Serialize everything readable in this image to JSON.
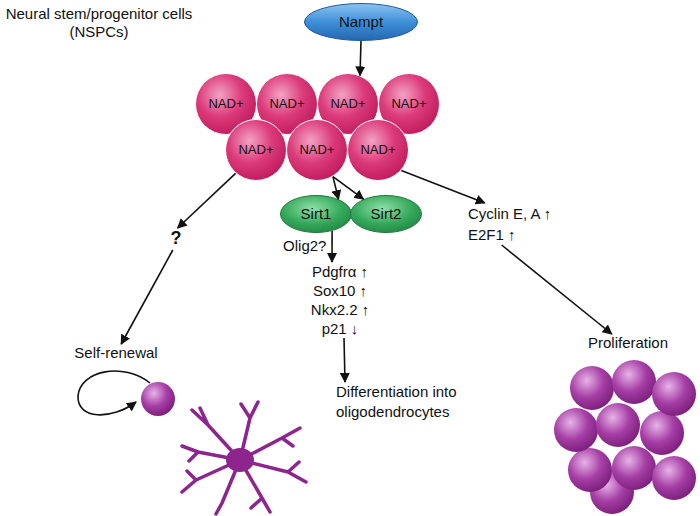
{
  "diagram": {
    "nodes": [
      {
        "text": [
          "Nampt"
        ]
      },
      {
        "text": [
          "NAD+"
        ]
      },
      {
        "text": [
          "NAD+"
        ]
      },
      {
        "text": [
          "NAD+"
        ]
      },
      {
        "text": [
          "NAD+"
        ]
      },
      {
        "text": [
          "NAD+"
        ]
      },
      {
        "text": [
          "NAD+"
        ]
      },
      {
        "text": [
          "NAD+"
        ]
      },
      {
        "text": [
          "?"
        ]
      },
      {
        "text": [
          "Sirt1"
        ]
      },
      {
        "text": [
          "Sirt2"
        ]
      },
      {
        "text": [
          "Cyclin E, A ↑ E2F1 ↑"
        ]
      },
      {
        "text": [
          "Pdgfrα ↑ Sox10 ↑ Nkx2.2 ↑ p21 ↓"
        ]
      },
      {
        "text": [
          "Self-renewal"
        ]
      },
      {
        "text": [
          "Proliferation"
        ]
      },
      {
        "text": [
          "Differentiation into oligodendrocytes"
        ]
      }
    ],
    "edges": [
      {
        "from": 0,
        "to": 3,
        "arrow": "to"
      },
      {
        "from": 5,
        "to": 8,
        "arrow": "to"
      },
      {
        "from": 8,
        "to": 13,
        "arrow": "to"
      },
      {
        "from": 6,
        "to": 9,
        "arrow": "to"
      },
      {
        "from": 6,
        "to": 10,
        "arrow": "to"
      },
      {
        "from": 7,
        "to": 11,
        "arrow": "to"
      },
      {
        "from": 9,
        "to": 12,
        "label": "Olig2?",
        "arrow": "to"
      },
      {
        "from": 11,
        "to": 14,
        "arrow": "to"
      },
      {
        "from": 12,
        "to": 15,
        "arrow": "to"
      }
    ],
    "labels": [
      "Neural stem/progenitor cells (NSPCs)"
    ]
  }
}
